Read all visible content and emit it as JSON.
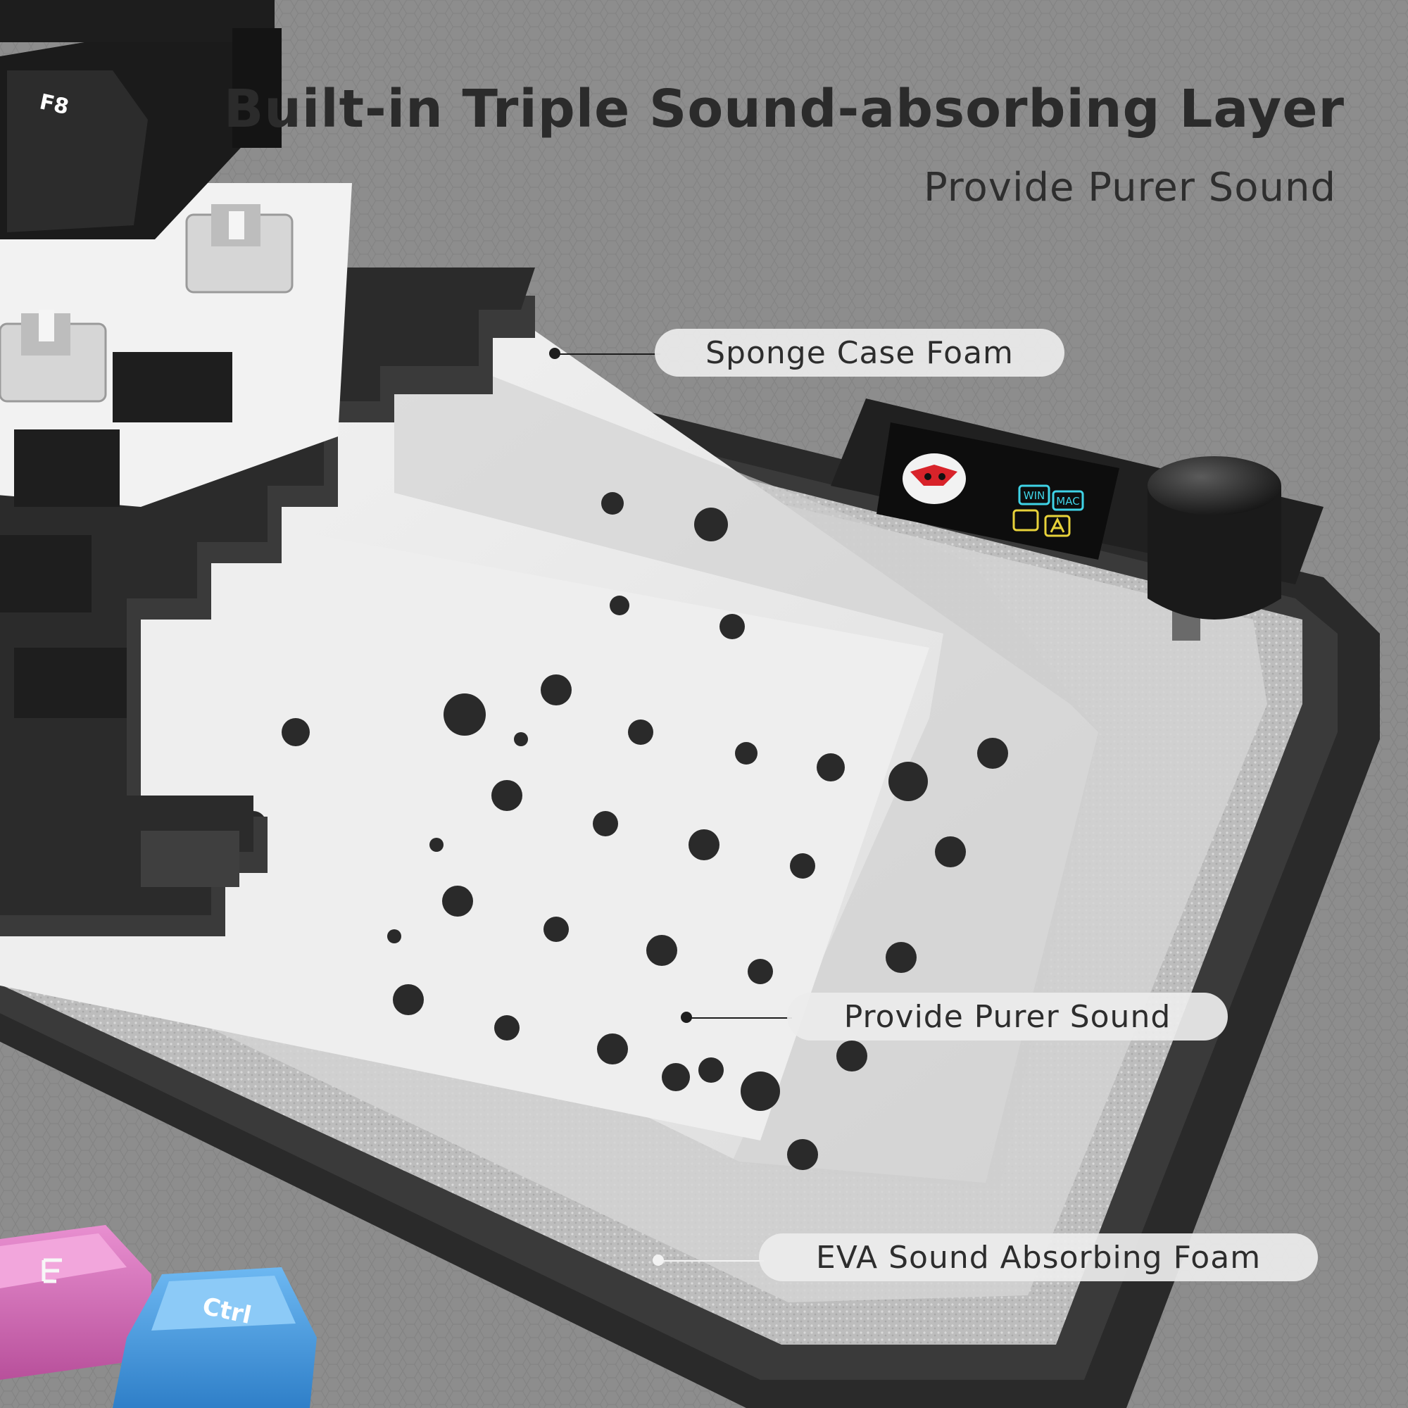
{
  "headline": {
    "title": "Built-in Triple Sound-absorbing Layer",
    "subtitle": "Provide Purer Sound"
  },
  "callouts": [
    {
      "label": "Sponge Case Foam"
    },
    {
      "label": "Provide Purer Sound"
    },
    {
      "label": "EVA Sound Absorbing Foam"
    }
  ],
  "keycaps": {
    "function_key": "F8",
    "ctrl_key": "Ctrl"
  },
  "screen": {
    "mode_labels": [
      "WIN",
      "MAC"
    ]
  },
  "colors": {
    "background": "#8d8d8d",
    "pink_keycap": "#d86cb8",
    "blue_keycap": "#4a9fe6",
    "screen_cyan": "#3fd3e6",
    "screen_yellow": "#e8d23a",
    "logo_red": "#d8232a"
  }
}
